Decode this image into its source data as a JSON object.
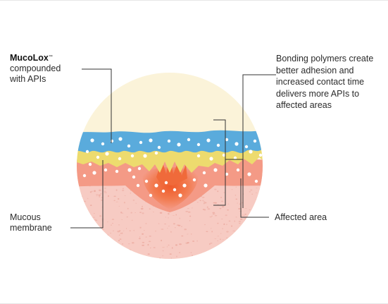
{
  "labels": {
    "mucolox": {
      "brand": "MucoLox",
      "trademark": "™",
      "line2": "compounded",
      "line3": "with APIs"
    },
    "bonding": {
      "lines": [
        "Bonding polymers create",
        "better adhesion and",
        "increased contact  time",
        "delivers more APIs to",
        "affected areas"
      ]
    },
    "mucous": {
      "lines": [
        "Mucous",
        "membrane"
      ]
    },
    "affected": {
      "text": "Affected area"
    }
  },
  "colors": {
    "cream": "#fbf3d9",
    "blue_layer": "#5aabdc",
    "yellow_layer": "#eddb6e",
    "salmon_layer": "#f49a86",
    "tissue": "#f7cbc3",
    "tissue_speckle": "#eba89d",
    "inflamed_center": "#f06a3a",
    "dots": "#ffffff",
    "callout_lines": "#333333"
  }
}
